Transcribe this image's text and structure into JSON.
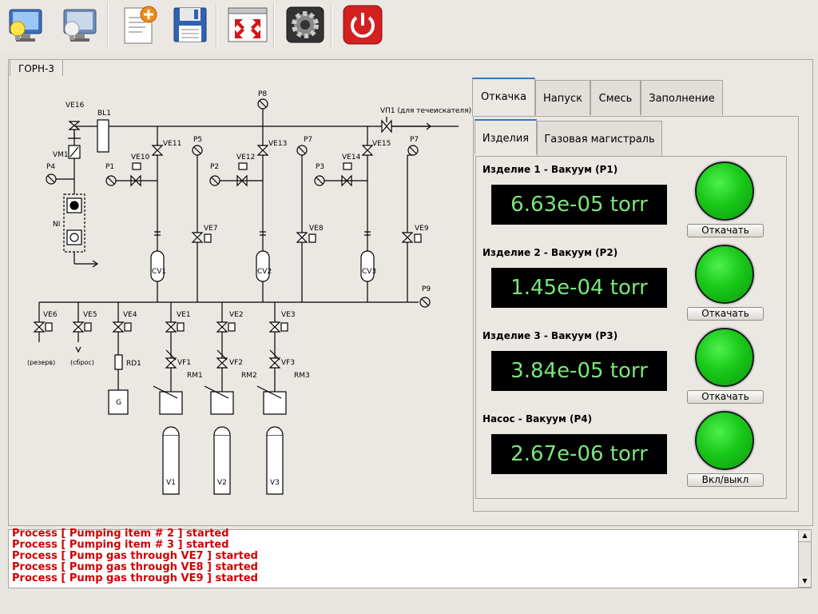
{
  "toolbar": {
    "buttons": [
      {
        "name": "connect-monitor-on",
        "icon": "monitor-bulb-on-icon"
      },
      {
        "name": "connect-monitor-off",
        "icon": "monitor-bulb-off-icon"
      },
      {
        "name": "new-document",
        "icon": "document-add-icon"
      },
      {
        "name": "save",
        "icon": "floppy-disk-icon"
      },
      {
        "name": "fullscreen",
        "icon": "expand-window-icon"
      },
      {
        "name": "settings",
        "icon": "gear-icon"
      },
      {
        "name": "power",
        "icon": "power-icon"
      }
    ]
  },
  "main_tab": "ГОРН-3",
  "tabs": [
    {
      "label": "Откачка",
      "active": true
    },
    {
      "label": "Напуск",
      "active": false
    },
    {
      "label": "Смесь",
      "active": false
    },
    {
      "label": "Заполнение",
      "active": false
    }
  ],
  "subtabs": [
    {
      "label": "Изделия",
      "active": true
    },
    {
      "label": "Газовая магистраль",
      "active": false
    }
  ],
  "gauges": [
    {
      "label": "Изделие 1 - Вакуум (P1)",
      "value": "6.63e-05 torr",
      "button": "Откачать"
    },
    {
      "label": "Изделие 2 - Вакуум (P2)",
      "value": "1.45e-04 torr",
      "button": "Откачать"
    },
    {
      "label": "Изделие 3 - Вакуум (P3)",
      "value": "3.84e-05 torr",
      "button": "Откачать"
    },
    {
      "label": "Насос - Вакуум (P4)",
      "value": "2.67e-06 torr",
      "button": "Вкл/выкл"
    }
  ],
  "colors": {
    "display_text": "#7ce57c",
    "lamp": "#19c919",
    "log_text": "#d00000",
    "active_tab": "#3a74c8"
  },
  "schema": {
    "labels": {
      "VE16": "VE16",
      "BL1": "BL1",
      "VM1": "VM1",
      "P4": "P4",
      "NI": "NI",
      "P8": "P8",
      "VP1": "VП1 (для течеискателя)",
      "VE10": "VE10",
      "VE11": "VE11",
      "P5": "P5",
      "P1": "P1",
      "VE12": "VE12",
      "VE13": "VE13",
      "P2": "P2",
      "P7a": "P7",
      "VE14": "VE14",
      "VE15": "VE15",
      "P3": "P3",
      "P7b": "P7",
      "VE7": "VE7",
      "VE8": "VE8",
      "VE9": "VE9",
      "CV1": "CV1",
      "CV2": "CV2",
      "CV3": "CV3",
      "P9": "P9",
      "VE6": "VE6",
      "VE5": "VE5",
      "VE4": "VE4",
      "VE1": "VE1",
      "VE2": "VE2",
      "VE3": "VE3",
      "reserve": "(резерв)",
      "dump": "(сброс)",
      "RD1": "RD1",
      "VF1": "VF1",
      "VF2": "VF2",
      "VF3": "VF3",
      "RM1": "RM1",
      "RM2": "RM2",
      "RM3": "RM3",
      "G": "G",
      "V1": "V1",
      "V2": "V2",
      "V3": "V3"
    }
  },
  "log": {
    "lines": [
      "Process [ Pumping item # 2 ] started",
      "Process [ Pumping item # 3 ] started",
      "Process [ Pump gas through VE7 ] started",
      "Process [ Pump gas through VE8 ] started",
      "Process [ Pump gas through VE9 ] started"
    ]
  }
}
